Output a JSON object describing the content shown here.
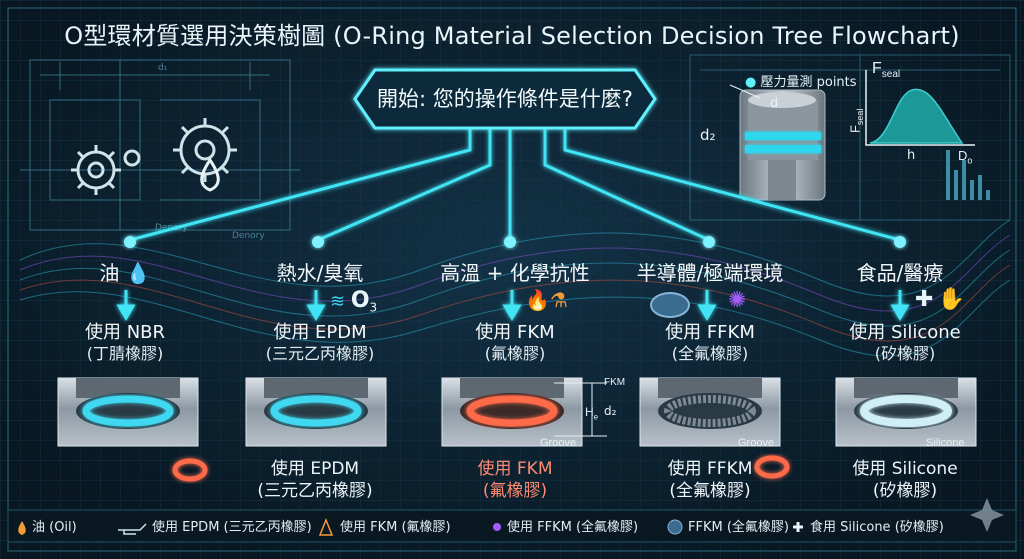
{
  "title": "O型環材質選用決策樹圖 (O-Ring Material Selection Decision Tree Flowchart)",
  "start": "開始: 您的操作條件是什麼?",
  "inset": {
    "pressure_label": "壓力量測 points",
    "d_label": "d",
    "d2_label": "d₂",
    "fseal_label": "F",
    "fseal_sub": "seal",
    "y_axis": "F",
    "y_axis_sub": "seal",
    "h_label": "h",
    "d0_label": "D",
    "d0_sub": "o"
  },
  "branches": [
    {
      "condition": "油",
      "use": "使用 NBR",
      "use_cn": "(丁腈橡膠)",
      "result": "",
      "result_cn": "",
      "icon": "oil-drop-icon"
    },
    {
      "condition": "熱水/臭氧",
      "use": "使用 EPDM",
      "use_cn": "(三元乙丙橡膠)",
      "result": "使用 EPDM",
      "result_cn": "(三元乙丙橡膠)",
      "icon": "ozone-icon",
      "icon_text": "O",
      "icon_sub": "3"
    },
    {
      "condition": "高溫 + 化學抗性",
      "use": "使用 FKM",
      "use_cn": "(氟橡膠)",
      "result": "使用 FKM",
      "result_cn": "(氟橡膠)",
      "icon": "flame-flask-icon"
    },
    {
      "condition": "半導體/極端環境",
      "use": "使用 FFKM",
      "use_cn": "(全氟橡膠)",
      "result": "使用 FFKM",
      "result_cn": "(全氟橡膠)",
      "icon": "wafer-icon"
    },
    {
      "condition": "食品/醫療",
      "use": "使用 Silicone",
      "use_cn": "(矽橡膠)",
      "result": "使用 Silicone",
      "result_cn": "(矽橡膠)",
      "icon": "medical-icon"
    }
  ],
  "groove_labels": {
    "fkm": "FKM",
    "he": "H",
    "he_sub": "e",
    "d2": "d₂",
    "groove": "Groove",
    "groove2": "Groove",
    "silicone": "Silicone"
  },
  "legend": [
    "油 (Oil)",
    "使用 EPDM (三元乙丙橡膠)",
    "使用 FKM (氟橡膠)",
    "使用 FFKM (全氟橡膠)",
    "FFKM (全氟橡膠)",
    "食用 Silicone (矽橡膠)"
  ],
  "colors": {
    "accent": "#3ad6ee",
    "background": "#0b1d2b",
    "fkm": "#ff6a4a",
    "ffkm": "#a45cff"
  }
}
